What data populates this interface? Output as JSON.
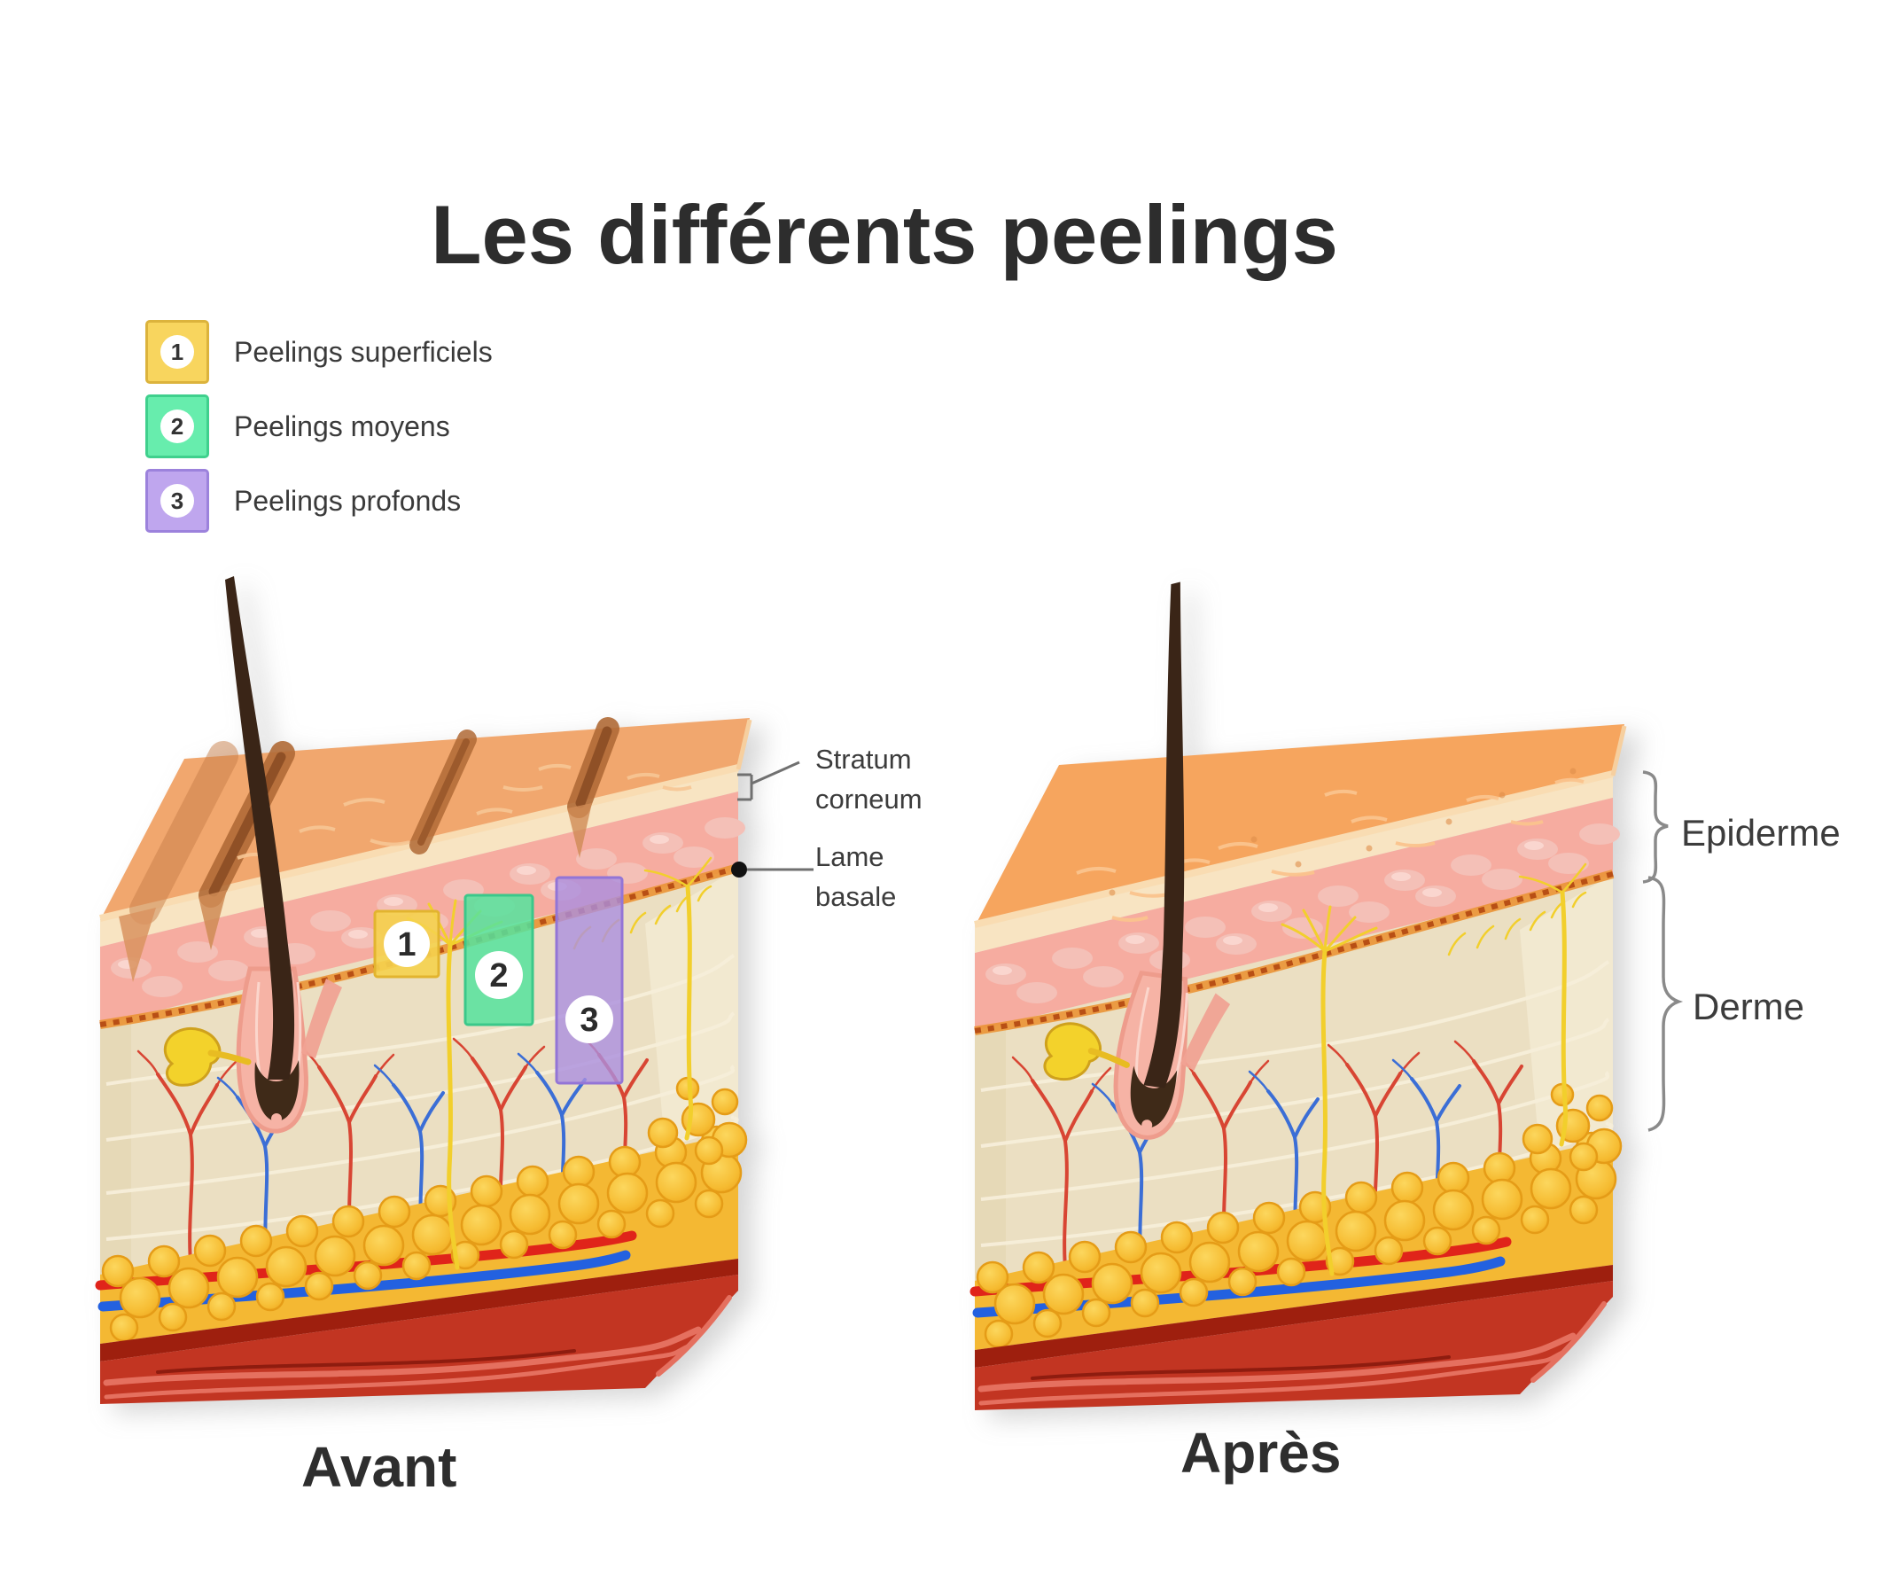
{
  "title": "Les différents peelings",
  "legend": {
    "items": [
      {
        "number": "1",
        "label": "Peelings superficiels",
        "fill": "#f8d55e",
        "border": "#dcb33c"
      },
      {
        "number": "2",
        "label": "Peelings moyens",
        "fill": "#67edad",
        "border": "#3fd08d"
      },
      {
        "number": "3",
        "label": "Peelings profonds",
        "fill": "#bfa6ee",
        "border": "#9c82dc"
      }
    ]
  },
  "before": {
    "caption": "Avant",
    "markers": [
      {
        "number": "1",
        "depth": "superficiel"
      },
      {
        "number": "2",
        "depth": "moyen"
      },
      {
        "number": "3",
        "depth": "profond"
      }
    ]
  },
  "after": {
    "caption": "Après"
  },
  "annotations": {
    "stratum_corneum": {
      "line1": "Stratum",
      "line2": "corneum"
    },
    "lame_basale": {
      "line1": "Lame",
      "line2": "basale"
    },
    "epiderme": "Epiderme",
    "derme": "Derme"
  },
  "colors": {
    "text": "#333333",
    "peeling_superficiel": "#f8d55e",
    "peeling_moyen": "#67edad",
    "peeling_profond": "#bfa6ee",
    "skin_surface_orange": "#f3a667",
    "epidermis_pink": "#f6aca0",
    "dermis_beige": "#ebdfc2",
    "basale_orange": "#eb9435",
    "fat_yellow": "#f8c238",
    "muscle_red": "#c23522",
    "vessel_red": "#e0241a",
    "vessel_blue": "#2361e0",
    "nerve_yellow": "#f2cf2c",
    "hair_brown": "#3a2517"
  }
}
